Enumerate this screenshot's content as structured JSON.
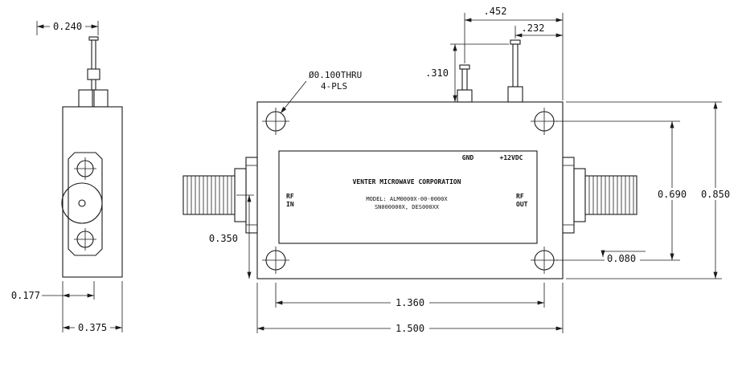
{
  "side_view": {
    "dim_pin_offset": "0.240",
    "dim_hole_offset": "0.177",
    "dim_body_width": "0.375"
  },
  "top_view": {
    "dim_pin_to_edge_span": ".452",
    "dim_pin2_to_edge": ".232",
    "dim_pin_height": ".310",
    "dim_hole_spacing_vertical": "0.690",
    "dim_body_height": "0.850",
    "dim_centerline_offset": "0.350",
    "dim_hole_edge_offset": "0.080",
    "dim_hole_spacing_horizontal": "1.360",
    "dim_body_length": "1.500",
    "hole_note_line1": "Ø0.100THRU",
    "hole_note_line2": "4-PLS",
    "label": {
      "gnd": "GND",
      "power": "+12VDC",
      "company": "VENTER MICROWAVE CORPORATION",
      "model": "MODEL: ALM0000X-00-0000X",
      "serial": "SN000000X, DES000XX",
      "rf_in_line1": "RF",
      "rf_in_line2": "IN",
      "rf_out_line1": "RF",
      "rf_out_line2": "OUT"
    }
  }
}
